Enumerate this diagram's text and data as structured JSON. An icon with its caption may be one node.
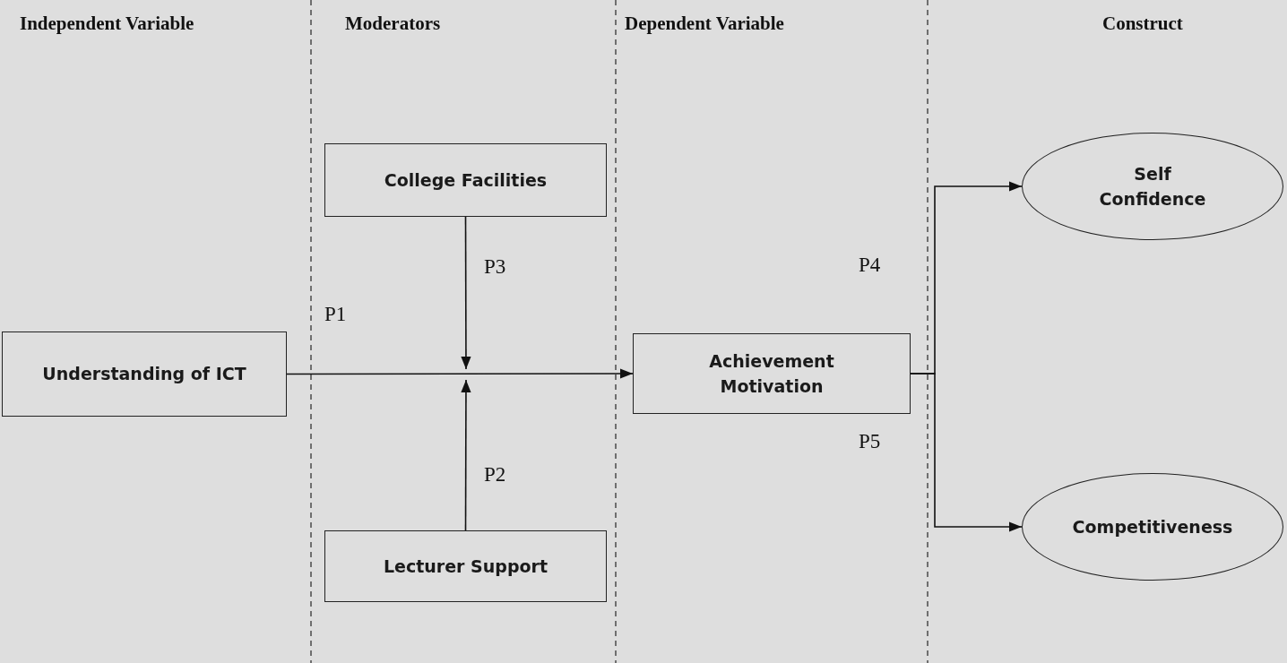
{
  "diagram": {
    "nodes": [
      {
        "text": [
          "Understanding of ICT"
        ]
      },
      {
        "text": [
          "College Facilities"
        ]
      },
      {
        "text": [
          "Lecturer Support"
        ]
      },
      {
        "text": [
          "Achievement Motivation"
        ]
      },
      {
        "text": [
          "Self Confidence"
        ]
      },
      {
        "text": [
          "Competitiveness"
        ]
      }
    ],
    "edges": [
      {
        "from": 0,
        "to": 3,
        "arrow": "to",
        "label": "P1"
      },
      {
        "from": 1,
        "to": null,
        "arrow": "to",
        "label": "P3"
      },
      {
        "from": 2,
        "to": null,
        "arrow": "to",
        "label": "P2"
      },
      {
        "from": 3,
        "to": 4,
        "arrow": "to",
        "label": "P4"
      },
      {
        "from": 3,
        "to": 5,
        "arrow": "to",
        "label": "P5"
      }
    ],
    "labels": [
      "Independent Variable",
      "Moderators",
      "Dependent Variable",
      "Construct"
    ]
  }
}
